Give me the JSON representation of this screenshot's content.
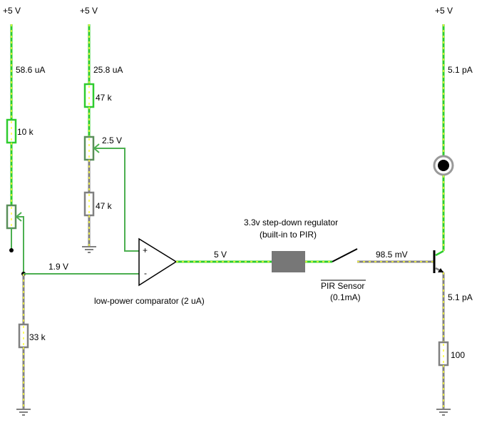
{
  "supplies": {
    "left": "+5 V",
    "middle": "+5 V",
    "right": "+5 V"
  },
  "currents": {
    "left": "58.6 uA",
    "middle": "25.8 uA",
    "right_top": "5.1 pA",
    "right_bottom": "5.1 pA"
  },
  "resistors": {
    "r_left_top": "10 k",
    "r_mid_top": "47 k",
    "r_mid_bottom": "47 k",
    "r_left_bottom": "33 k",
    "r_right": "100"
  },
  "voltages": {
    "divider": "2.5 V",
    "comparator_minus": "1.9 V",
    "comparator_out": "5 V",
    "switch_out": "98.5 mV"
  },
  "comparator": {
    "plus": "+",
    "minus": "-",
    "label": "low-power comparator (2 uA)"
  },
  "regulator": {
    "line1": "3.3v step-down regulator",
    "line2": "(built-in to PIR)"
  },
  "pir": {
    "line1": "PIR Sensor",
    "line2": "(0.1mA)"
  },
  "colors": {
    "active_wire": "#2ecc2e",
    "idle_wire": "#808080",
    "current_dots": "#ffff33",
    "regulator_box": "#777777"
  }
}
